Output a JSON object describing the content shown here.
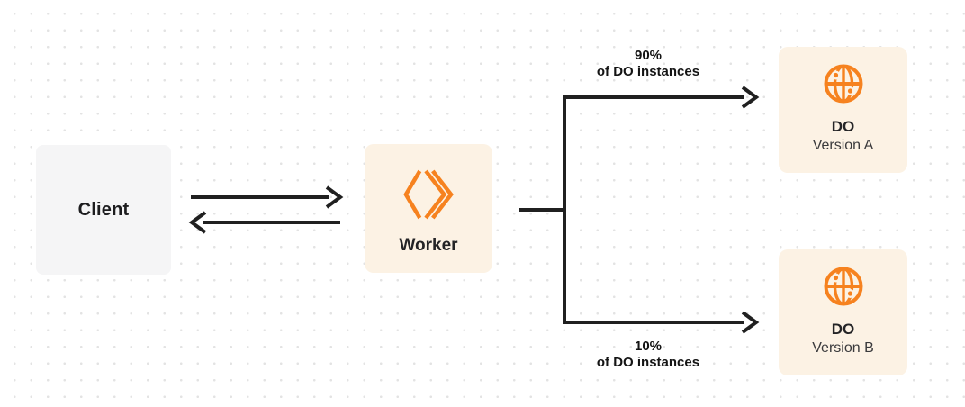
{
  "diagram": {
    "nodes": {
      "client": {
        "label": "Client"
      },
      "worker": {
        "label": "Worker",
        "icon": "workers-chevrons-icon"
      },
      "do_version_a": {
        "title": "DO",
        "subtitle": "Version A",
        "icon": "globe-icon"
      },
      "do_version_b": {
        "title": "DO",
        "subtitle": "Version B",
        "icon": "globe-icon"
      }
    },
    "edges": {
      "to_version_a": {
        "percent": "90%",
        "caption": "of DO instances"
      },
      "to_version_b": {
        "percent": "10%",
        "caption": "of DO instances"
      }
    },
    "colors": {
      "accent_orange": "#F6821F",
      "node_cream": "#FCF2E4",
      "node_gray": "#F5F5F6",
      "line_dark": "#202020",
      "dot_grid": "#E3E3E3",
      "text_primary": "#1D1D1F",
      "text_secondary": "#3A3A3C"
    }
  }
}
